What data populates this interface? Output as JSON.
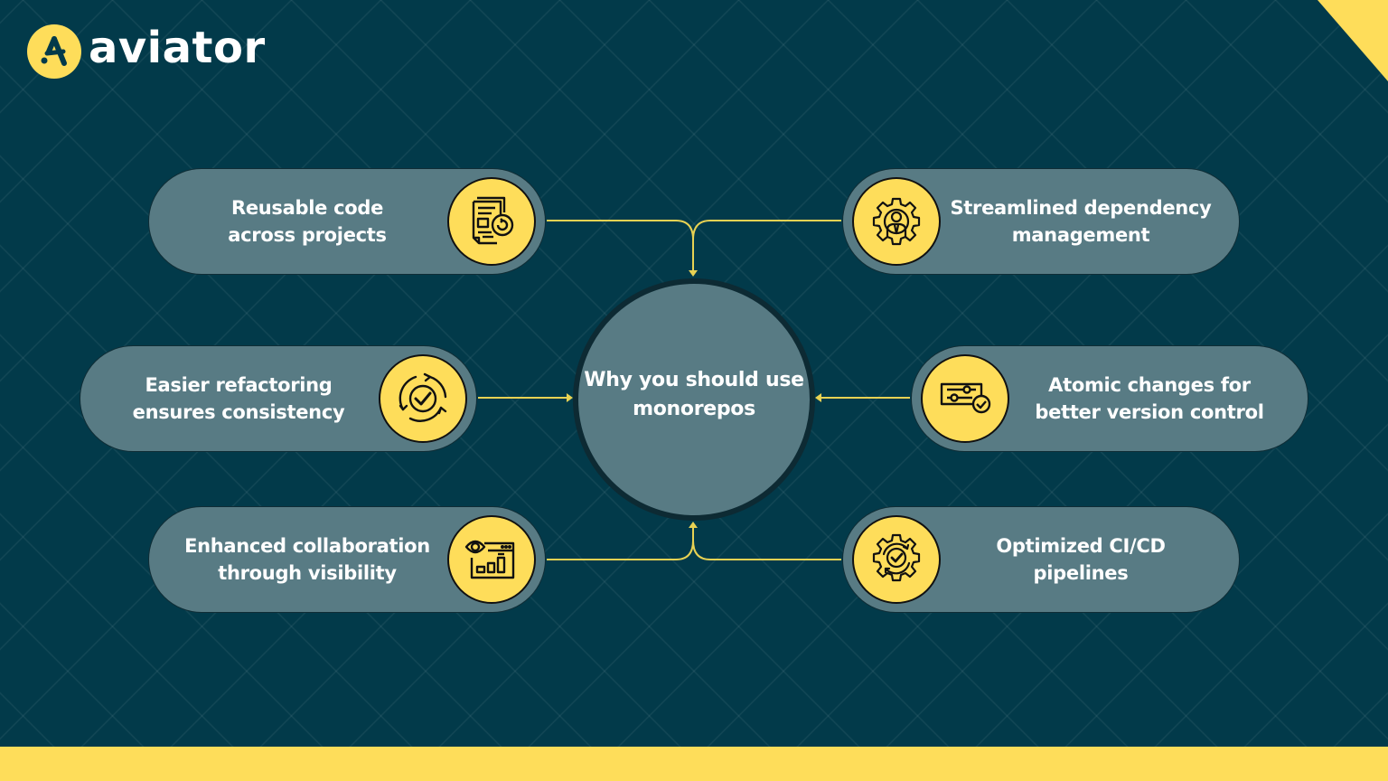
{
  "brand": {
    "name": "aviator",
    "accent_color": "#fedd5a",
    "background_color": "#023a4a",
    "card_color": "#587b84"
  },
  "center": {
    "title": "Why you should use monorepos"
  },
  "benefits": [
    {
      "id": "reusable",
      "label": "Reusable code across projects",
      "icon": "document-refresh-icon",
      "position": "top-left"
    },
    {
      "id": "dependency",
      "label": "Streamlined dependency management",
      "icon": "gear-person-icon",
      "position": "top-right"
    },
    {
      "id": "refactoring",
      "label": "Easier refactoring ensures consistency",
      "icon": "cycle-check-icon",
      "position": "middle-left"
    },
    {
      "id": "atomic",
      "label": "Atomic changes for better version control",
      "icon": "sliders-check-icon",
      "position": "middle-right"
    },
    {
      "id": "collaboration",
      "label": "Enhanced collaboration through visibility",
      "icon": "eye-dashboard-icon",
      "position": "bottom-left"
    },
    {
      "id": "cicd",
      "label": "Optimized CI/CD pipelines",
      "icon": "gear-check-icon",
      "position": "bottom-right"
    }
  ],
  "labels": {
    "reusable_l1": "Reusable code",
    "reusable_l2": "across projects",
    "dependency_l1": "Streamlined dependency",
    "dependency_l2": "management",
    "refactoring_l1": "Easier refactoring",
    "refactoring_l2": "ensures consistency",
    "atomic_l1": "Atomic changes for",
    "atomic_l2": "better version control",
    "collaboration_l1": "Enhanced collaboration",
    "collaboration_l2": "through visibility",
    "cicd_l1": "Optimized CI/CD",
    "cicd_l2": "pipelines",
    "center_l1": "Why you should use",
    "center_l2": "monorepos"
  }
}
